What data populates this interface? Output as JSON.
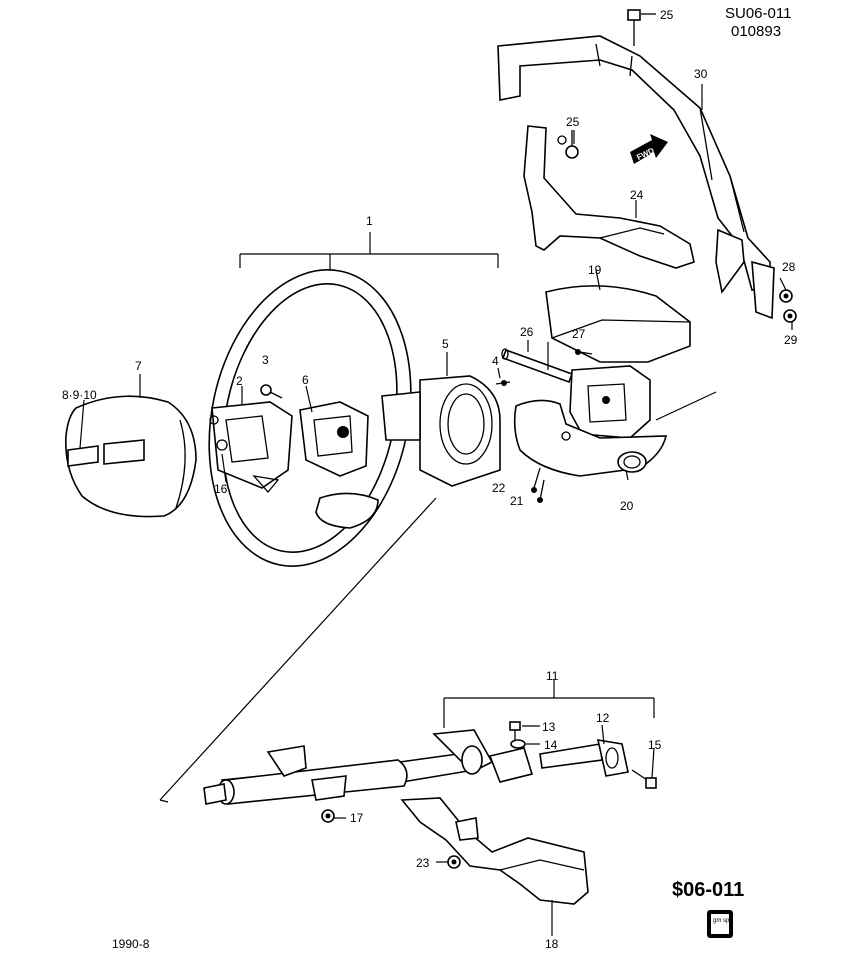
{
  "header": {
    "code": "SU06-011",
    "sub_code": "010893"
  },
  "footer": {
    "date": "1990-8",
    "ref_code": "$06-011",
    "logo_text": "gm spo"
  },
  "fwd_arrow": "FWD",
  "callouts": {
    "c1": "1",
    "c2": "2",
    "c3": "3",
    "c4": "4",
    "c5": "5",
    "c6": "6",
    "c7": "7",
    "c8": "8·9·10",
    "c11": "11",
    "c12": "12",
    "c13": "13",
    "c14": "14",
    "c15": "15",
    "c16": "16",
    "c17": "17",
    "c18": "18",
    "c19": "19",
    "c20": "20",
    "c21": "21",
    "c22": "22",
    "c23": "23",
    "c24": "24",
    "c25a": "25",
    "c25b": "25",
    "c26": "26",
    "c27": "27",
    "c28": "28",
    "c29": "29",
    "c30": "30"
  }
}
